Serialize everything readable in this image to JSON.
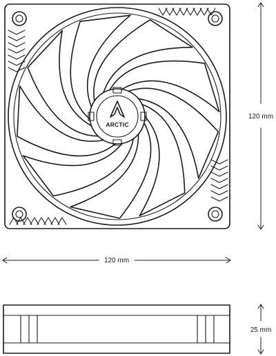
{
  "logo": {
    "brand": "ARCTIC"
  },
  "dimensions": {
    "height_label": "120 mm",
    "width_label": "120 mm",
    "depth_label": "25 mm"
  },
  "colors": {
    "stroke": "#1a1a1a",
    "background": "#ffffff"
  }
}
